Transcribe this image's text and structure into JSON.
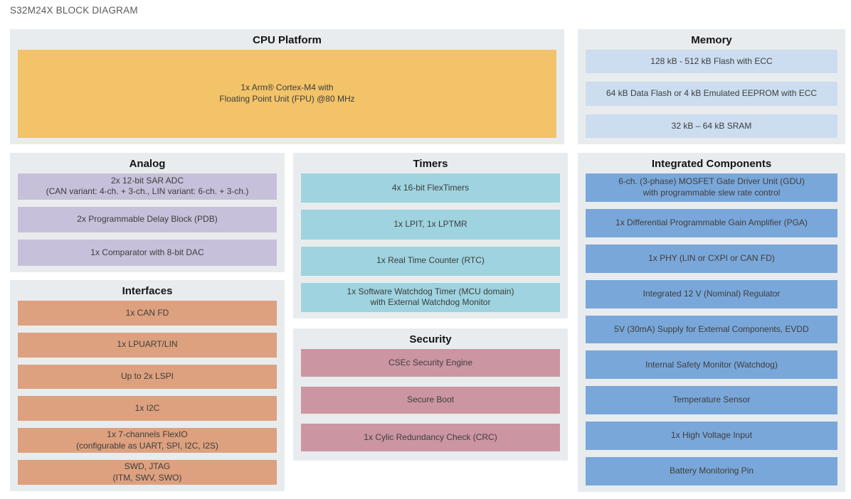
{
  "page": {
    "title": "S32M24X BLOCK DIAGRAM"
  },
  "colors": {
    "panel_background": "#e9ecee",
    "cpu_block": "#f2c368",
    "memory_block": "#cdddf0",
    "analog_block": "#c7c0da",
    "timers_block": "#9ed3df",
    "integrated_block": "#7aa7d9",
    "interfaces_block": "#dda17f",
    "security_block": "#cb96a1",
    "block_text": "#3d3d3d",
    "header_text": "#141414",
    "title_text": "#58595b"
  },
  "sections": {
    "cpu": {
      "header": "CPU Platform",
      "items": [
        {
          "line1": "1x Arm® Cortex-M4 with",
          "line2": "Floating Point Unit (FPU) @80 MHz"
        }
      ]
    },
    "memory": {
      "header": "Memory",
      "items": [
        {
          "line1": "128 kB - 512 kB Flash with ECC"
        },
        {
          "line1": "64 kB Data Flash or 4 kB Emulated EEPROM with ECC"
        },
        {
          "line1": "32 kB – 64 kB SRAM"
        }
      ]
    },
    "analog": {
      "header": "Analog",
      "items": [
        {
          "line1": "2x 12-bit SAR ADC",
          "line2": "(CAN variant: 4-ch. + 3-ch., LIN variant: 6-ch. + 3-ch.)"
        },
        {
          "line1": "2x Programmable Delay Block (PDB)"
        },
        {
          "line1": "1x Comparator with 8-bit DAC"
        }
      ]
    },
    "timers": {
      "header": "Timers",
      "items": [
        {
          "line1": "4x 16-bit FlexTimers"
        },
        {
          "line1": "1x LPIT, 1x LPTMR"
        },
        {
          "line1": "1x Real Time Counter (RTC)"
        },
        {
          "line1": "1x Software Watchdog Timer (MCU domain)",
          "line2": "with External Watchdog Monitor"
        }
      ]
    },
    "interfaces": {
      "header": "Interfaces",
      "items": [
        {
          "line1": "1x CAN FD"
        },
        {
          "line1": "1x LPUART/LIN"
        },
        {
          "line1": "Up to 2x LSPI"
        },
        {
          "line1": "1x I2C"
        },
        {
          "line1": "1x 7-channels FlexIO",
          "line2": "(configurable as UART, SPI, I2C, I2S)"
        },
        {
          "line1": "SWD, JTAG",
          "line2": "(ITM, SWV, SWO)"
        }
      ]
    },
    "security": {
      "header": "Security",
      "items": [
        {
          "line1": "CSEc Security Engine"
        },
        {
          "line1": "Secure Boot"
        },
        {
          "line1": "1x Cylic Redundancy Check (CRC)"
        }
      ]
    },
    "integrated": {
      "header": "Integrated Components",
      "items": [
        {
          "line1": "6-ch. (3-phase) MOSFET Gate Driver Unit (GDU)",
          "line2": "with programmable slew rate control"
        },
        {
          "line1": "1x Differential Programmable Gain Amplifier (PGA)"
        },
        {
          "line1": "1x PHY (LIN or CXPI or CAN FD)"
        },
        {
          "line1": "Integrated 12 V (Nominal) Regulator"
        },
        {
          "line1": "5V (30mA) Supply for External Components, EVDD"
        },
        {
          "line1": "Internal Safety Monitor (Watchdog)"
        },
        {
          "line1": "Temperature Sensor"
        },
        {
          "line1": "1x High Voltage Input"
        },
        {
          "line1": "Battery Monitoring Pin"
        }
      ]
    }
  }
}
